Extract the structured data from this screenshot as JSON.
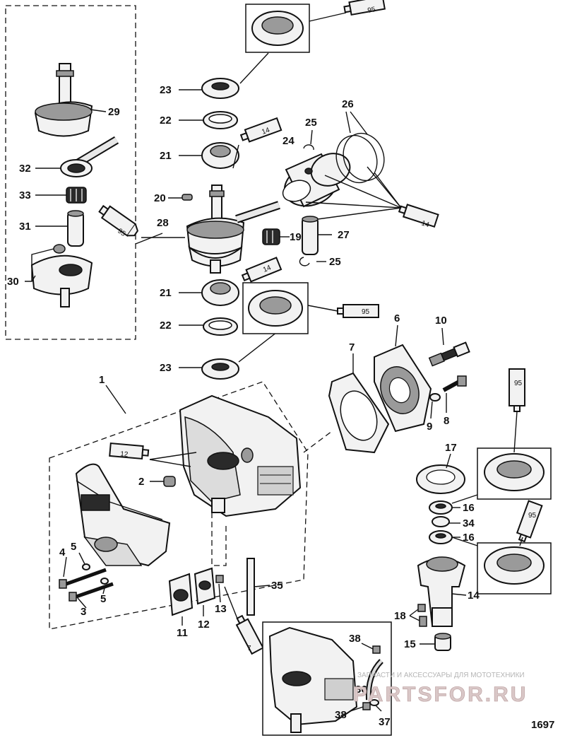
{
  "labels": {
    "l1": "1",
    "l2": "2",
    "l3": "3",
    "l4": "4",
    "l5a": "5",
    "l5b": "5",
    "l6": "6",
    "l7": "7",
    "l8": "8",
    "l9": "9",
    "l10": "10",
    "l11": "11",
    "l12": "12",
    "l13": "13",
    "l14": "14",
    "l15": "15",
    "l16a": "16",
    "l16b": "16",
    "l17": "17",
    "l18": "18",
    "l19": "19",
    "l20": "20",
    "l21a": "21",
    "l21b": "21",
    "l22a": "22",
    "l22b": "22",
    "l23a": "23",
    "l23b": "23",
    "l24": "24",
    "l25a": "25",
    "l25b": "25",
    "l26": "26",
    "l27": "27",
    "l28": "28",
    "l29": "29",
    "l30": "30",
    "l31": "31",
    "l32": "32",
    "l33": "33",
    "l34": "34",
    "l35": "35",
    "l36": "36",
    "l37": "37",
    "l38a": "38",
    "l38b": "38"
  },
  "tubes": {
    "t95a": "95",
    "t14a": "14",
    "t95b": "95",
    "t14b": "14",
    "t14c": "14",
    "t95c": "95",
    "t12": "12",
    "t95d": "95",
    "t95e": "95",
    "t7": "7"
  },
  "watermark": {
    "caption": "ЗАПЧАСТИ И АКСЕССУАРЫ ДЛЯ МОТОТЕХНИКИ",
    "brand": "PARTSFOR.RU"
  },
  "page_number": "1697"
}
